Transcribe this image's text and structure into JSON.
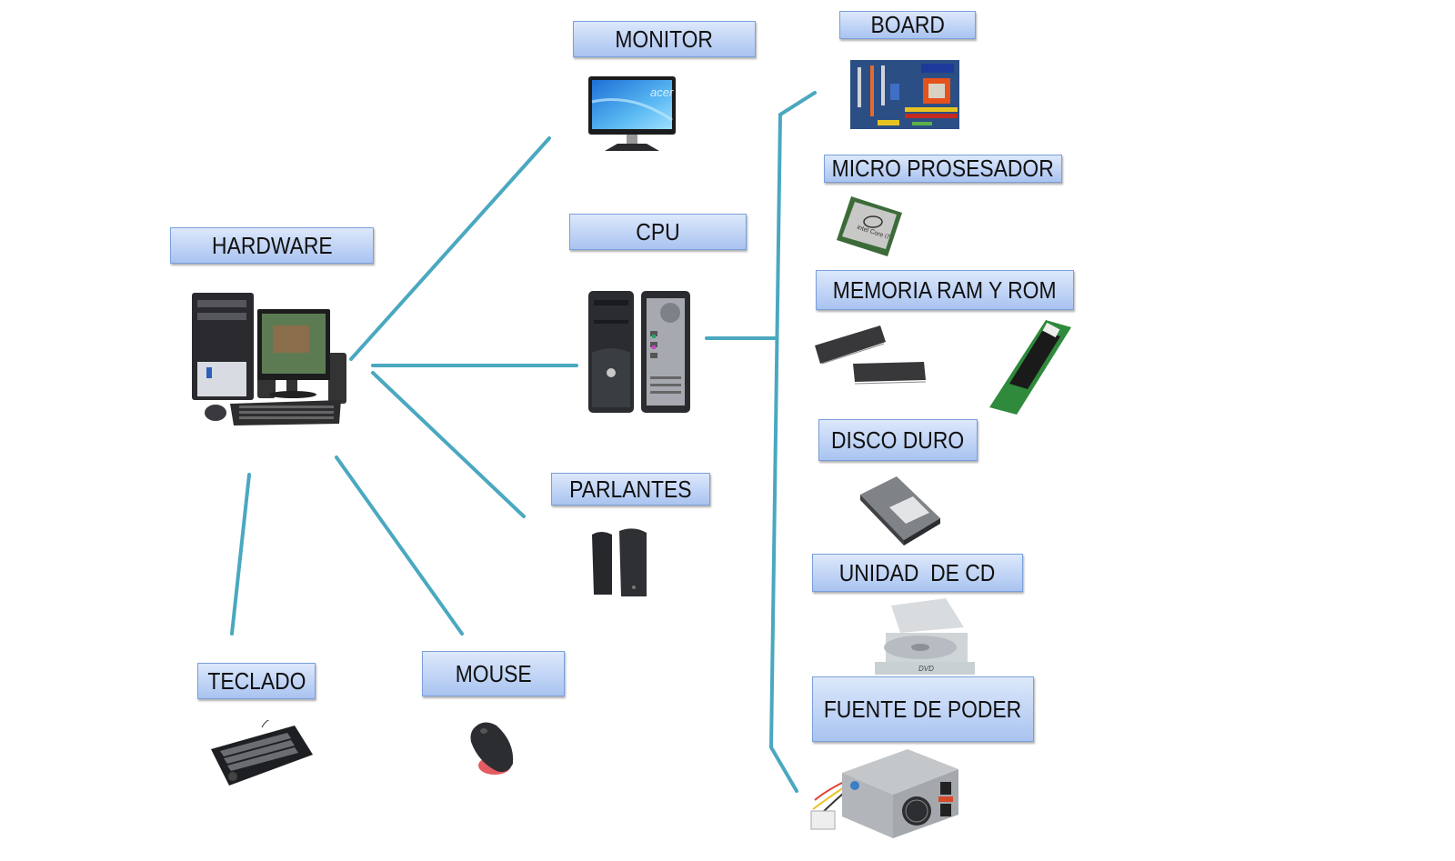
{
  "diagram": {
    "root": {
      "label": "HARDWARE",
      "icon": "desktop-computer-icon"
    },
    "branches": [
      {
        "label": "MONITOR",
        "icon": "monitor-icon"
      },
      {
        "label": "CPU",
        "icon": "cpu-tower-icon",
        "children": [
          {
            "label": "BOARD",
            "icon": "motherboard-icon"
          },
          {
            "label": "MICRO PROSESADOR",
            "icon": "processor-chip-icon",
            "chip_text": "intel Core i7"
          },
          {
            "label": "MEMORIA RAM Y ROM",
            "icon": "memory-chip-icon"
          },
          {
            "label": "DISCO DURO",
            "icon": "hard-disk-icon"
          },
          {
            "label": "UNIDAD  DE CD",
            "icon": "cd-drive-icon",
            "drive_text": "DVD"
          },
          {
            "label": "FUENTE DE PODER",
            "icon": "power-supply-icon"
          }
        ]
      },
      {
        "label": "PARLANTES",
        "icon": "speakers-icon"
      },
      {
        "label": "MOUSE",
        "icon": "mouse-icon"
      },
      {
        "label": "TECLADO",
        "icon": "keyboard-icon"
      }
    ],
    "monitor_brand": "acer",
    "connector_color": "#4aa8c0"
  }
}
